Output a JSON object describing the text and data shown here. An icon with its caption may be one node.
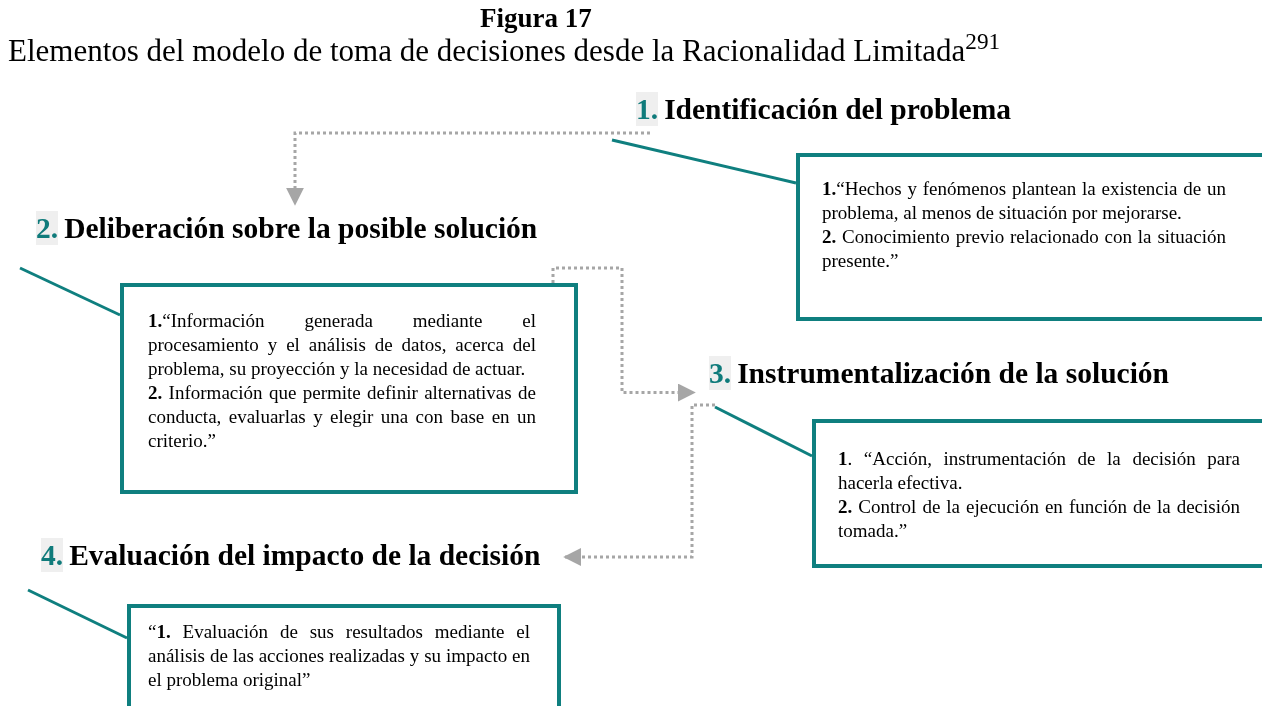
{
  "diagram": {
    "title": "Figura 17",
    "caption": "Elementos del modelo de toma de decisiones desde la Racionalidad Limitada$^{291}$",
    "nodes": [
      {
        "text": [
          "1.",
          "Identificación del problema"
        ]
      },
      {
        "text": [
          "**1.**“Hechos y fenómenos plantean  la existencia de un problema, al menos de situación por mejorarse.",
          "**2.** Conocimiento previo relacionado con la situación presente.”"
        ]
      },
      {
        "text": [
          "2.",
          "Deliberación sobre la posible solución"
        ]
      },
      {
        "text": [
          "**1.**“Información generada mediante el procesamiento y el análisis de datos, acerca del problema, su proyección y la necesidad de actuar.",
          "**2.** Información que permite definir alternativas de conducta, evaluarlas y elegir una con base en un criterio.”"
        ]
      },
      {
        "text": [
          "3.",
          "Instrumentalización de la solución"
        ]
      },
      {
        "text": [
          "**1**. “Acción, instrumentación de la decisión para hacerla efectiva.",
          "**2.** Control de la ejecución en función de la decisión tomada.”"
        ]
      },
      {
        "text": [
          "4.",
          "Evaluación del impacto de la decisión"
        ]
      },
      {
        "text": [
          "“**1.** Evaluación de sus resultados mediante el análisis de las acciones realizadas y su impacto en el problema original”"
        ]
      }
    ],
    "edges": [
      {
        "from": 0,
        "to": 2,
        "arrow": "to",
        "style": "dashed",
        "color": "#a6a6a6"
      },
      {
        "from": 3,
        "to": 4,
        "arrow": "to",
        "style": "dashed",
        "color": "#a6a6a6"
      },
      {
        "from": 4,
        "to": 6,
        "arrow": "to",
        "style": "dashed",
        "color": "#a6a6a6"
      },
      {
        "from": null,
        "to": 1,
        "arrow": "none",
        "color": "#0f7f7f"
      },
      {
        "from": null,
        "to": 3,
        "arrow": "none",
        "color": "#0f7f7f"
      },
      {
        "from": null,
        "to": 5,
        "arrow": "none",
        "color": "#0f7f7f"
      },
      {
        "from": null,
        "to": 7,
        "arrow": "none",
        "color": "#0f7f7f"
      }
    ]
  }
}
